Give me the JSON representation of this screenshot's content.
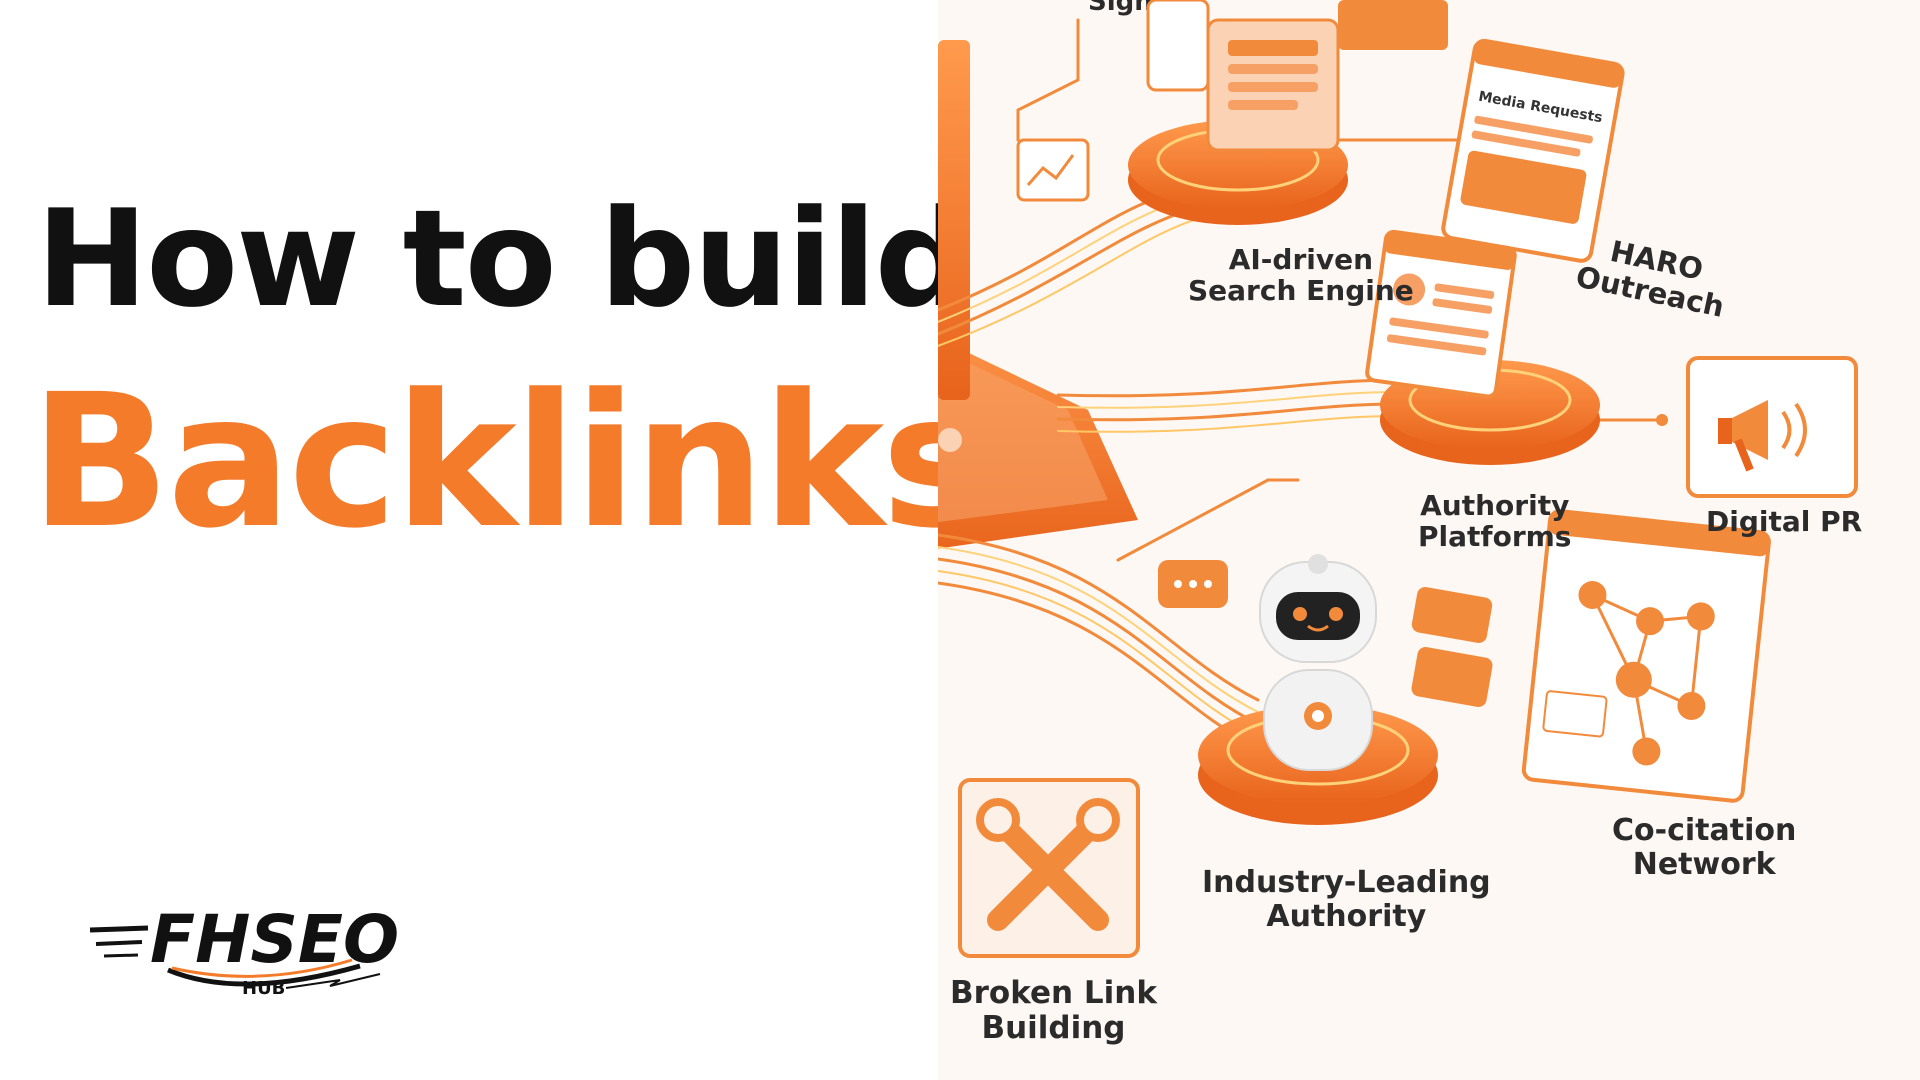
{
  "headline": {
    "line1": "How to build",
    "line2": "Backlinks"
  },
  "logo": {
    "mark": "FHSEO",
    "sub": "HUB"
  },
  "illustration": {
    "top_partial_label": "Signal",
    "panel_text": "Media Requests",
    "nodes": [
      {
        "id": "ai-search",
        "line1": "AI-driven",
        "line2": "Search Engine"
      },
      {
        "id": "haro",
        "line1": "HARO",
        "line2": "Outreach"
      },
      {
        "id": "authority-platforms",
        "line1": "Authority",
        "line2": "Platforms"
      },
      {
        "id": "digital-pr",
        "line1": "Digital PR",
        "line2": ""
      },
      {
        "id": "industry-authority",
        "line1": "Industry-Leading",
        "line2": "Authority"
      },
      {
        "id": "co-citation",
        "line1": "Co-citation",
        "line2": "Network"
      },
      {
        "id": "broken-link",
        "line1": "Broken Link",
        "line2": "Building"
      }
    ]
  },
  "colors": {
    "accent": "#f47b2a",
    "dark": "#111111",
    "illustration_bg": "#fdf8f4",
    "light_orange": "#fbd3b4"
  }
}
